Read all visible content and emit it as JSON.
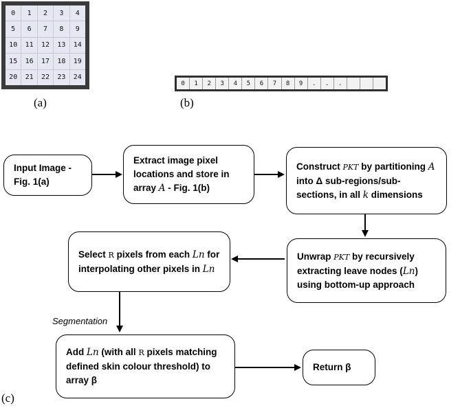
{
  "fig_a": {
    "cells": [
      "0",
      "1",
      "2",
      "3",
      "4",
      "5",
      "6",
      "7",
      "8",
      "9",
      "10",
      "11",
      "12",
      "13",
      "14",
      "15",
      "16",
      "17",
      "18",
      "19",
      "20",
      "21",
      "22",
      "23",
      "24"
    ],
    "caption": "(a)"
  },
  "fig_b": {
    "cells": [
      "0",
      "1",
      "2",
      "3",
      "4",
      "5",
      "6",
      "7",
      "8",
      "9",
      ".",
      ".",
      ".",
      "",
      "",
      ""
    ],
    "caption": "(b)"
  },
  "fig_c_caption": "(c)",
  "flow": {
    "input_image": "Input Image - Fig. 1(a)",
    "extract_part1": "Extract image pixel locations and store in array ",
    "extract_var": "A",
    "extract_part2": " - Fig. 1(b)",
    "construct_part1": "Construct ",
    "construct_pkt": "PKT",
    "construct_part2": " by partitioning ",
    "construct_var": "A",
    "construct_part3": " into Δ sub-regions/sub-sections, in all ",
    "construct_k": "k",
    "construct_part4": " dimensions",
    "unwrap_part1": "Unwrap ",
    "unwrap_pkt": "PKT",
    "unwrap_part2": " by recursively extracting leave nodes (",
    "unwrap_ln": "Ln",
    "unwrap_part3": ") using bottom-up approach",
    "select_part1": "Select ",
    "select_r": "R",
    "select_part2": " pixels from each ",
    "select_ln": "Ln",
    "select_part3": " for interpolating other pixels in ",
    "select_ln2": "Ln",
    "add_part1": "Add ",
    "add_ln": "Ln",
    "add_part2": " (with all ",
    "add_r": "R",
    "add_part3": " pixels matching defined skin colour threshold) to array β",
    "return_label": "Return β",
    "segmentation_label": "Segmentation"
  }
}
